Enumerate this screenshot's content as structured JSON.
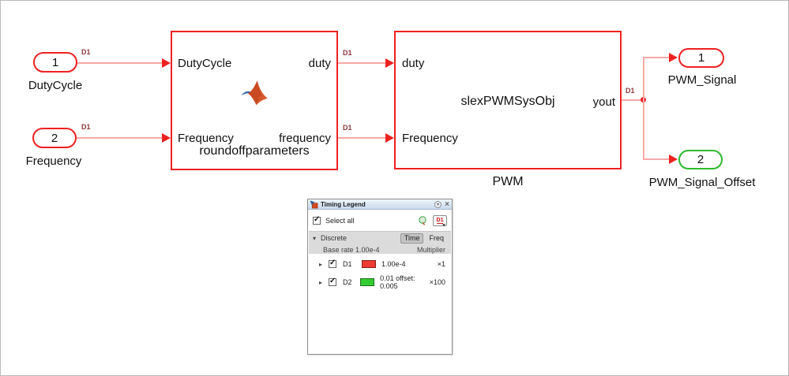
{
  "colors": {
    "rate_red": "#ee2121",
    "rate_green": "#2db92d",
    "wire_pink": "#f7a9a6"
  },
  "rates": {
    "d1": "D1"
  },
  "inports": [
    {
      "number": "1",
      "label": "DutyCycle"
    },
    {
      "number": "2",
      "label": "Frequency"
    }
  ],
  "function_block": {
    "title": "roundoffparameters",
    "in_port_top": "DutyCycle",
    "in_port_bottom": "Frequency",
    "out_port_top": "duty",
    "out_port_bottom": "frequency"
  },
  "pwm_block": {
    "title": "slexPWMSysObj",
    "caption": "PWM",
    "in_port_top": "duty",
    "in_port_bottom": "Frequency",
    "out_port": "yout"
  },
  "outports": [
    {
      "number": "1",
      "label": "PWM_Signal",
      "color": "#ee2121"
    },
    {
      "number": "2",
      "label": "PWM_Signal_Offset",
      "color": "#2db92d"
    }
  ],
  "timing_legend": {
    "title": "Timing Legend",
    "select_all": "Select all",
    "d1_filter_badge": "D1",
    "section": "Discrete",
    "time_button": "Time",
    "freq_button": "Freq",
    "base_rate": "Base rate 1.00e-4",
    "multiplier_header": "Multiplier",
    "rows": [
      {
        "id": "D1",
        "value": "1.00e-4",
        "multiplier": "×1",
        "color": "#ee3b33"
      },
      {
        "id": "D2",
        "value": "0.01 offset: 0.005",
        "multiplier": "×100",
        "color": "#33cc33"
      }
    ]
  }
}
